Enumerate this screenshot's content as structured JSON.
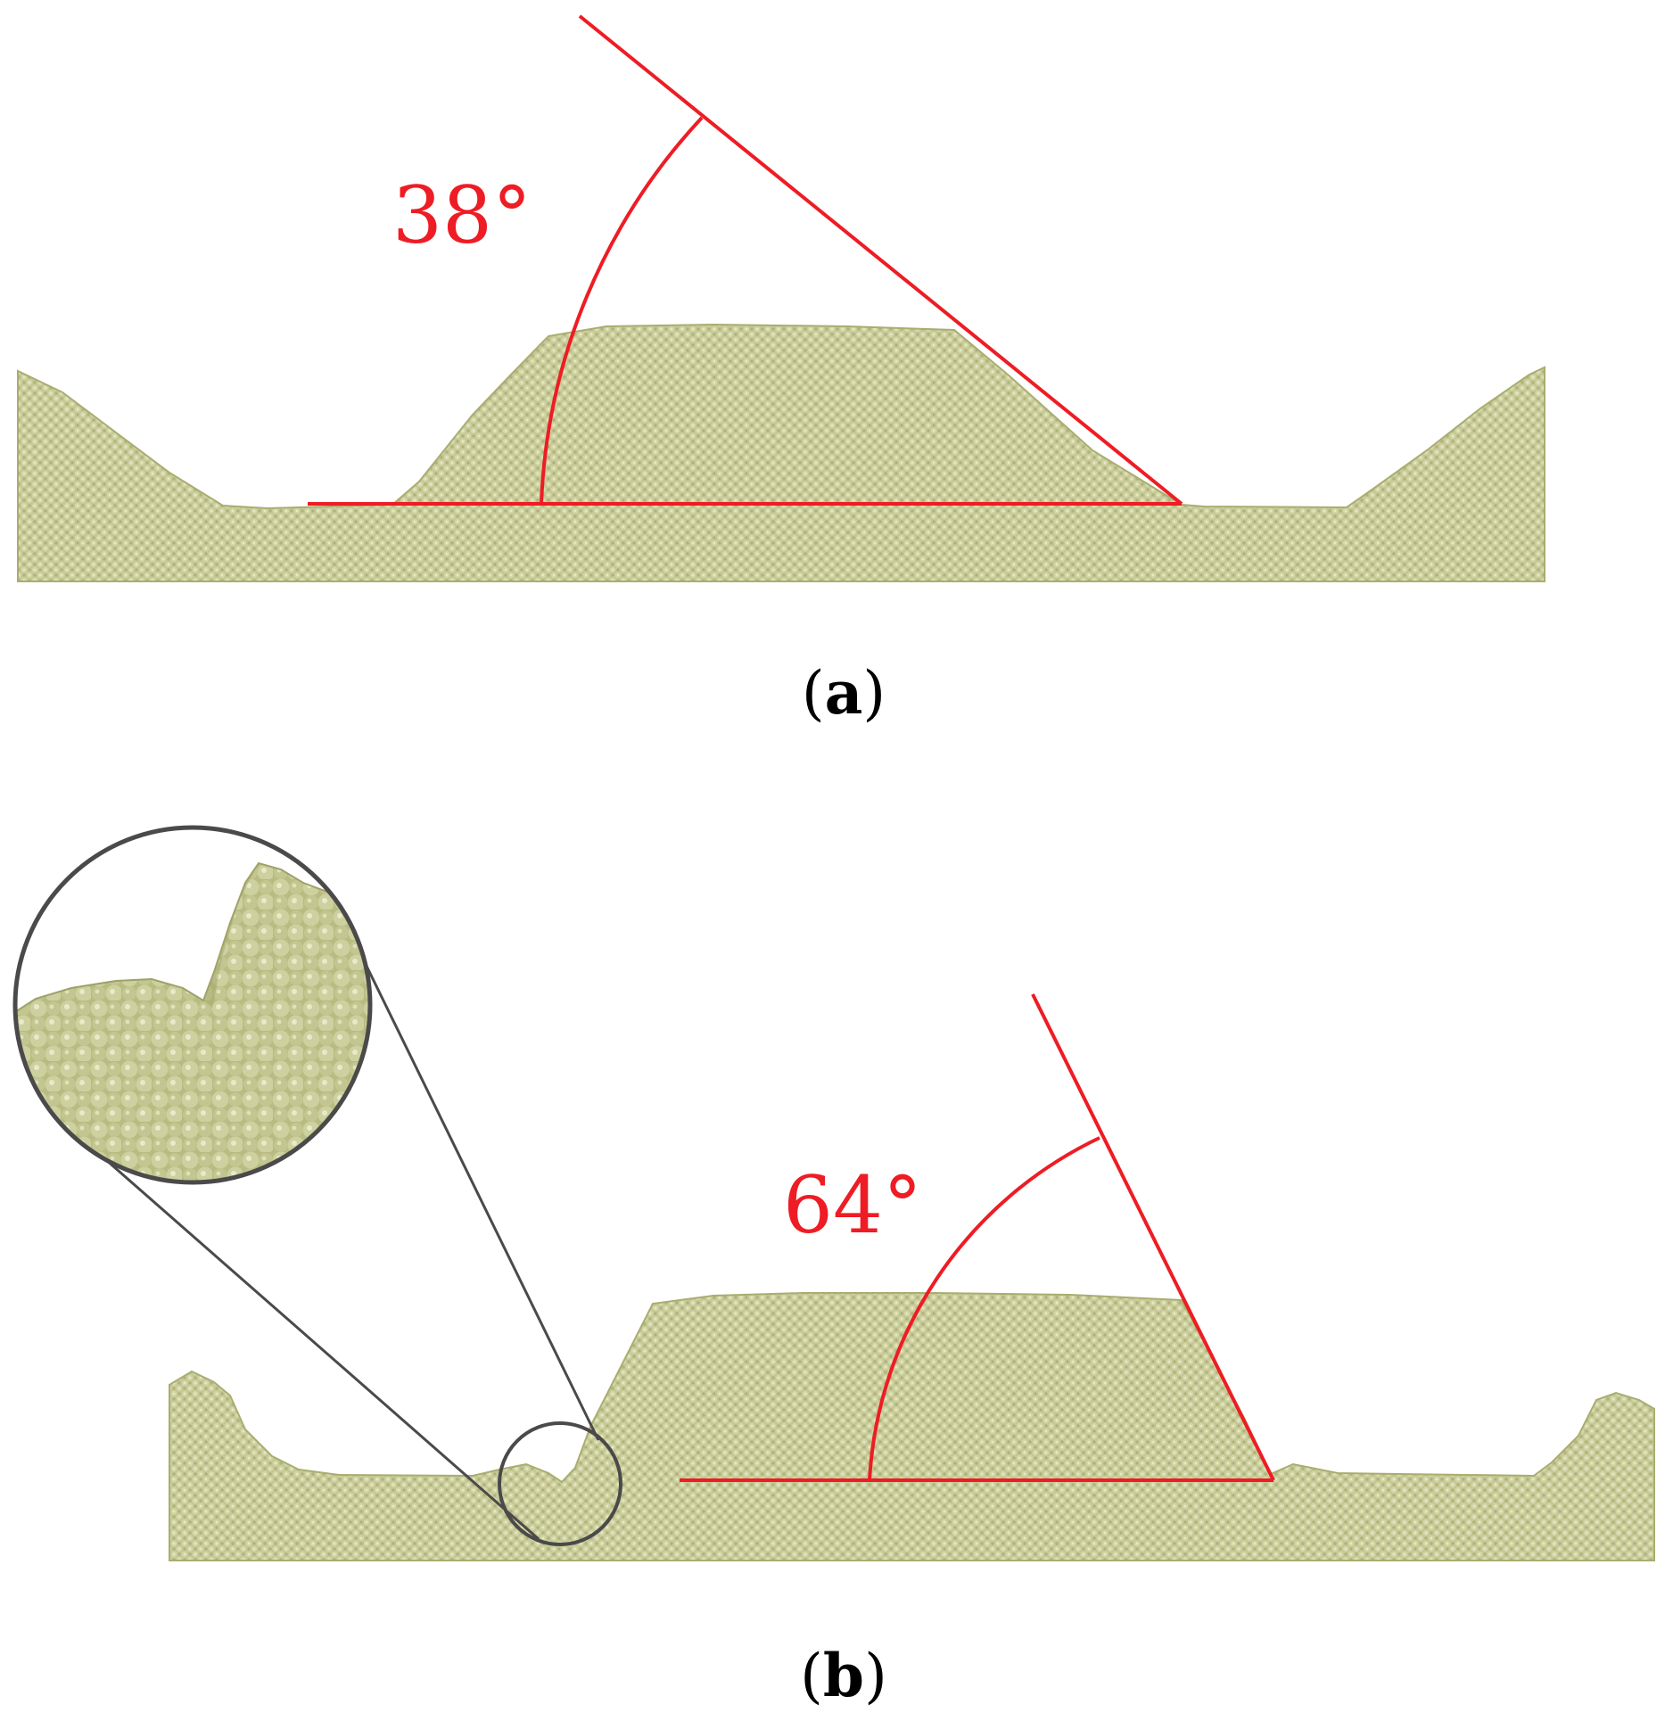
{
  "panels": [
    {
      "id": "a",
      "angle_text": "38°",
      "caption_letter": "a"
    },
    {
      "id": "b",
      "angle_text": "64°",
      "caption_letter": "b"
    }
  ],
  "caption_open": "(",
  "caption_close": ")",
  "colors": {
    "granular_fill": "#c5c894",
    "granular_shade": "#a9ad6f",
    "granular_highlight": "#e2e4bf",
    "measure_line": "#ee1c24",
    "zoom_outline": "#4a4a4a",
    "background": "#ffffff"
  }
}
